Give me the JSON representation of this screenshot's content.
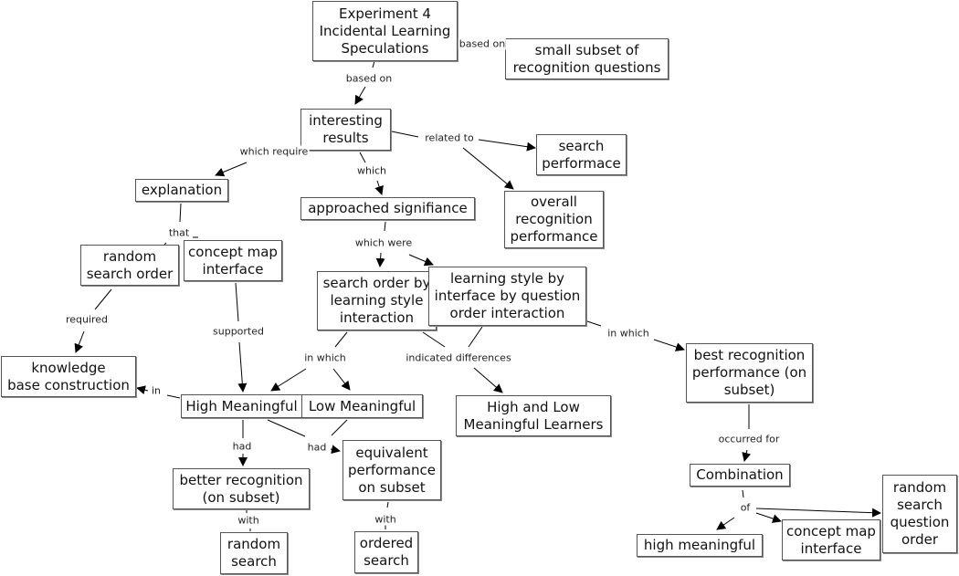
{
  "concepts": {
    "experiment4": "Experiment 4\nIncidental Learning\nSpeculations",
    "small_subset": "small subset of\nrecognition questions",
    "interesting_results": "interesting\nresults",
    "search_performance": "search\nperformace",
    "overall_recognition": "overall\nrecognition\nperformance",
    "explanation": "explanation",
    "approached_significance": "approached signifiance",
    "random_search_order": "random\nsearch order",
    "concept_map_interface_1": "concept map\ninterface",
    "search_order_by_ls": "search order by\nlearning style\ninteraction",
    "ls_by_interface": "learning style by\ninterface by question\norder interaction",
    "knowledge_base": "knowledge\nbase construction",
    "high_meaningful": "High Meaningful",
    "low_meaningful": "Low Meaningful",
    "high_low_learners": "High and Low\nMeaningful Learners",
    "best_recognition": "best recognition\nperformance (on\nsubset)",
    "better_recognition": "better recognition\n(on subset)",
    "equivalent_performance": "equivalent\nperformance\non subset",
    "combination": "Combination",
    "random_search": "random\nsearch",
    "ordered_search": "ordered\nsearch",
    "high_meaningful_lc": "high meaningful",
    "concept_map_interface_2": "concept map\ninterface",
    "random_search_question_order": "random\nsearch\nquestion\norder"
  },
  "links": {
    "based_on_1": "based on",
    "based_on_2": "based on",
    "which_require": "which require",
    "related_to": "related to",
    "which": "which",
    "that": "that",
    "which_were": "which were",
    "required": "required",
    "supported": "supported",
    "in_which_1": "in which",
    "indicated_differences": "indicated differences",
    "in_which_2": "in which",
    "in": "in",
    "had_1": "had",
    "had_2": "had",
    "occurred_for": "occurred for",
    "with_1": "with",
    "with_2": "with",
    "of": "of"
  }
}
